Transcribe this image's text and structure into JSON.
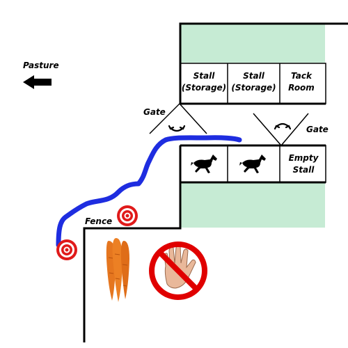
{
  "labels": {
    "pasture": "Pasture",
    "gate_left": "Gate",
    "gate_right": "Gate",
    "fence": "Fence"
  },
  "stalls_top": [
    {
      "line1": "Stall",
      "line2": "(Storage)"
    },
    {
      "line1": "Stall",
      "line2": "(Storage)"
    },
    {
      "line1": "Tack",
      "line2": "Room"
    }
  ],
  "stalls_bottom": [
    {
      "content": "horse-icon"
    },
    {
      "content": "horse-icon"
    },
    {
      "line1": "Empty",
      "line2": "Stall"
    }
  ],
  "icons": [
    "pasture-arrow-icon",
    "gate-swing-icon",
    "horse-icon",
    "target-icon",
    "carrots-icon",
    "no-hand-icon"
  ],
  "colors": {
    "lawn": "#c6ebd4",
    "path": "#1e2de0",
    "target_red": "#e01a1a",
    "carrot": "#e5761f",
    "prohibit": "#e00000",
    "skin": "#e9b89a"
  }
}
